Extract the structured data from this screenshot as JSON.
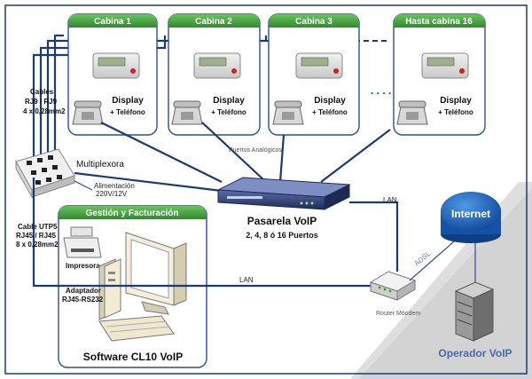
{
  "cabins": [
    {
      "title": "Cabina 1",
      "display": "Display",
      "phone": "+ Teléfono"
    },
    {
      "title": "Cabina 2",
      "display": "Display",
      "phone": "+ Teléfono"
    },
    {
      "title": "Cabina 3",
      "display": "Display",
      "phone": "+ Teléfono"
    },
    {
      "title": "Hasta cabina 16",
      "display": "Display",
      "phone": "+ Teléfono"
    }
  ],
  "dots": ". . . .",
  "cables_label": [
    "Cables",
    "RJ9 / RJ9",
    "4 x 0,28mm2"
  ],
  "multiplexer": {
    "label": "Multiplexora",
    "power": [
      "Alimentación",
      "220V/12V"
    ]
  },
  "analog_ports": "Puertos Analógicos",
  "gateway": {
    "title": "Pasarela VoIP",
    "subtitle": "2, 4, 8 ó 16 Puertos"
  },
  "lan_label_right": "LAN",
  "lan_label_bottom": "LAN",
  "utp_label": [
    "Cable UTP5",
    "RJ45 / RJ45",
    "8 x 0,28mm2"
  ],
  "billing": {
    "title": "Gestión y Facturación",
    "printer": "Impresora",
    "adapter": [
      "Adaptador",
      "RJ45-RS232"
    ],
    "software": "Software CL10 VoIP"
  },
  "internet": "Internet",
  "adsl": "ADSL",
  "router": "Router Móodem",
  "operator": "Operador VoIP",
  "colors": {
    "panel_header": "#3f9c3a",
    "wire": "#1b3a7a",
    "internet_blue": "#1a5fb0",
    "operator_blue": "#4a6aa8",
    "gray_band": "#dcdcdc"
  }
}
